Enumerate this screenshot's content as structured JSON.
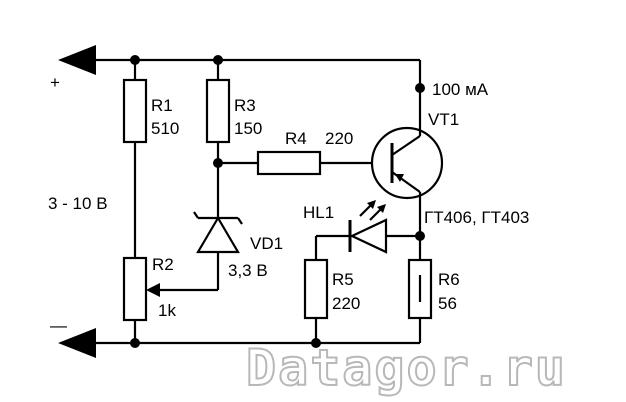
{
  "terminals": {
    "plus": "+",
    "minus": "—"
  },
  "supply_range": "3 - 10 В",
  "current_note": "100 мА",
  "components": {
    "R1": {
      "ref": "R1",
      "value": "510"
    },
    "R2": {
      "ref": "R2",
      "value": "1k"
    },
    "R3": {
      "ref": "R3",
      "value": "150"
    },
    "R4": {
      "ref": "R4",
      "value": "220"
    },
    "R5": {
      "ref": "R5",
      "value": "220"
    },
    "R6": {
      "ref": "R6",
      "value": "56"
    },
    "VD1": {
      "ref": "VD1",
      "value": "3,3 В"
    },
    "HL1": {
      "ref": "HL1"
    },
    "VT1": {
      "ref": "VT1",
      "types": "ГТ406, ГТ403"
    }
  },
  "watermark": "Datagor.ru"
}
